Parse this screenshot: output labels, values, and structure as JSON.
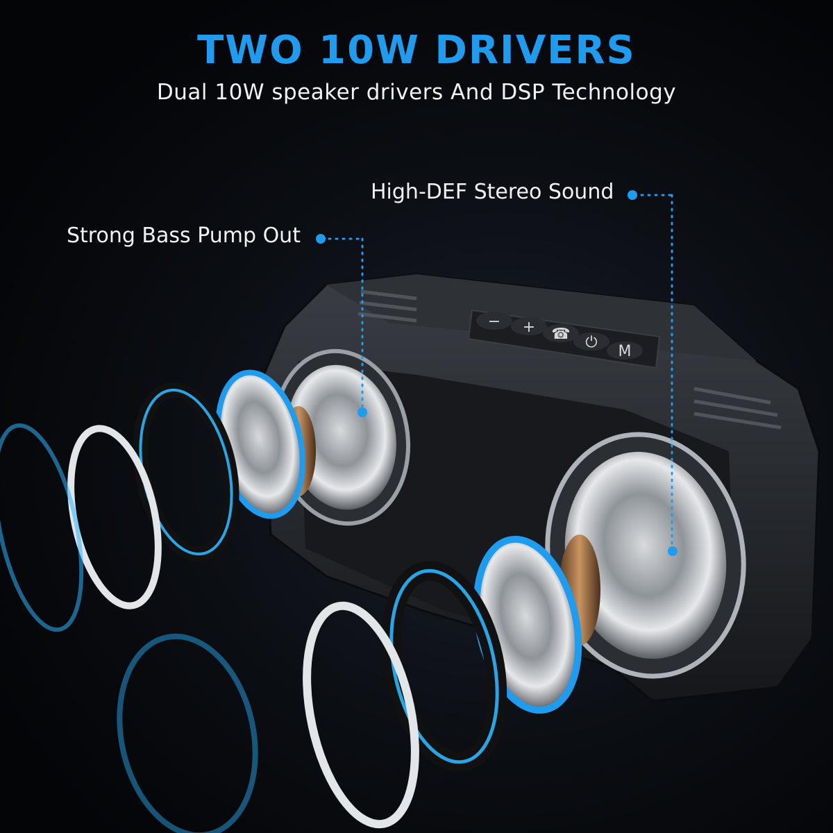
{
  "headline": "TWO 10W DRIVERS",
  "subline": "Dual 10W speaker drivers And DSP Technology",
  "callouts": {
    "bass": "Strong Bass Pump Out",
    "stereo": "High-DEF Stereo Sound"
  },
  "speaker_buttons": {
    "minus": "−",
    "plus": "+",
    "phone": "☎",
    "power": "⏻",
    "mode": "M"
  },
  "colors": {
    "accent": "#1e9cf0",
    "glow": "#29b6ff",
    "body": "#23262b"
  }
}
